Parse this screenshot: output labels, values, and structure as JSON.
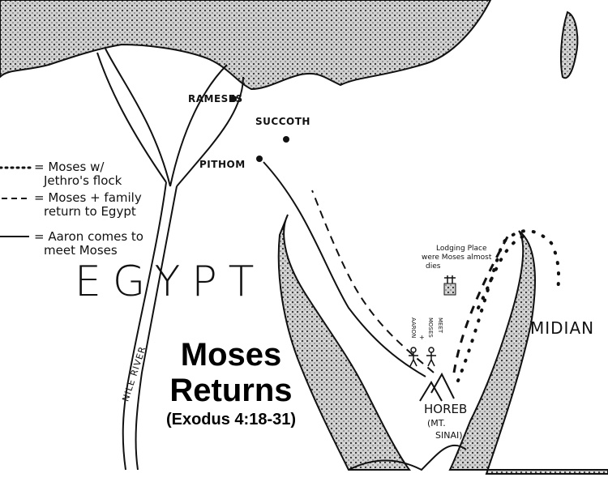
{
  "title": {
    "line1": "Moses",
    "line2": "Returns",
    "reference": "(Exodus 4:18-31)"
  },
  "places": {
    "rameses": "RAMESES",
    "succoth": "SUCCOTH",
    "pithom": "PITHOM",
    "egypt": "EGYPT",
    "nile": "NILE RIVER",
    "midian": "MIDIAN",
    "horeb": "HOREB",
    "horeb_alt1": "(MT.",
    "horeb_alt2": "SINAI)"
  },
  "annotations": {
    "lodging_line1": "Lodging Place",
    "lodging_line2": "were Moses almost",
    "lodging_line3": "dies",
    "meet_aaron": "AARON",
    "meet_plus": "+",
    "meet_moses": "MOSES",
    "meet_word": "MEET"
  },
  "legend": [
    {
      "symbol": "dotted",
      "line1": "= Moses w/",
      "line2": "Jethro's flock"
    },
    {
      "symbol": "dashed",
      "line1": "= Moses + family",
      "line2": "return to Egypt"
    },
    {
      "symbol": "solid",
      "line1": "= Aaron comes to",
      "line2": "meet Moses"
    }
  ]
}
